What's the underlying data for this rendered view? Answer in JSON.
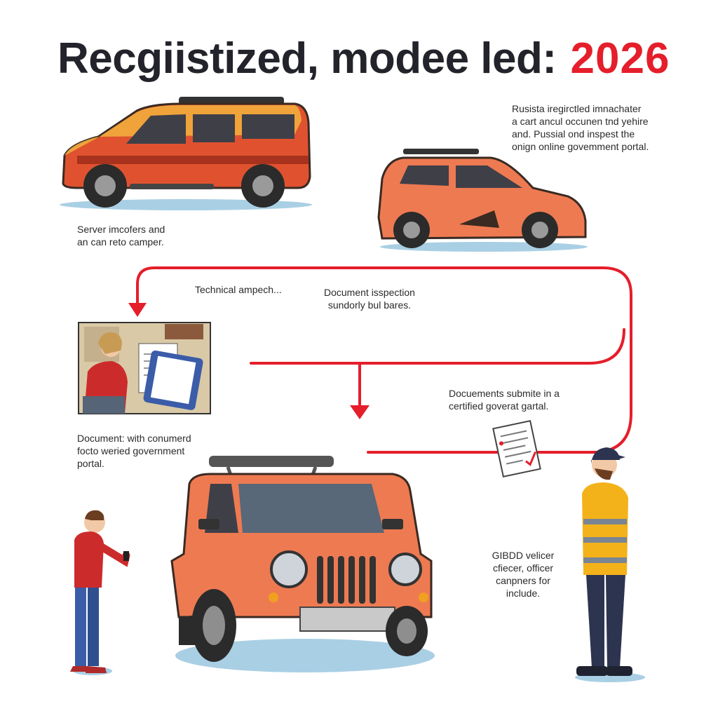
{
  "header": {
    "title_main": "Recgiistized, modee led:",
    "title_year": "2026"
  },
  "notes": {
    "top_right": [
      "Rusista iregirctled imnachater",
      "a cart ancul occunen tnd yehire",
      "and. Pussial ond inspest the",
      "onign online govemment portal."
    ],
    "left_car": [
      "Server imcofers and",
      "an can reto camper."
    ],
    "technical": [
      "Technical ampech..."
    ],
    "doc_inspection": [
      "Document isspection",
      "sundorly bul bares."
    ],
    "documents_submitted": [
      "Docuements submite in a",
      "certified goverat gartal."
    ],
    "document_portal": [
      "Document: with conumerd",
      "focto weried government",
      "portal."
    ],
    "gibdd": [
      "GIBDD velicer",
      "cfiecer, officer",
      "canpners for",
      "include."
    ]
  },
  "colors": {
    "accent": "#e51e2b",
    "title": "#23232b",
    "car_orange": "#ee7a52",
    "car_red_orange": "#e0522f",
    "car_yellow": "#f2b23c",
    "shadow_blue": "#a9cfe4",
    "vest_yellow": "#f4b21a"
  },
  "icons": [
    "suv-icon",
    "hatchback-icon",
    "arrow-down-icon",
    "document-icon",
    "checkmark-icon",
    "officer-icon",
    "person-icon",
    "jeep-icon"
  ]
}
